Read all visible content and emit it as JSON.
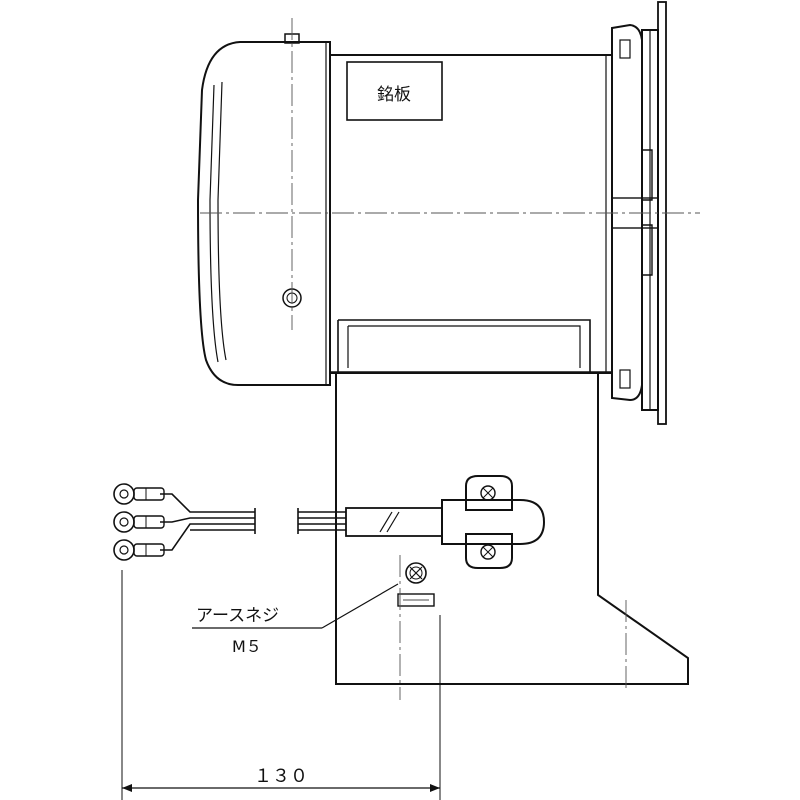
{
  "labels": {
    "nameplate": "銘板",
    "earth_screw": "アースネジ",
    "screw_size": "M５",
    "dimension": "１３０"
  },
  "colors": {
    "line": "#111111",
    "center_line": "#555555",
    "background": "#ffffff"
  }
}
